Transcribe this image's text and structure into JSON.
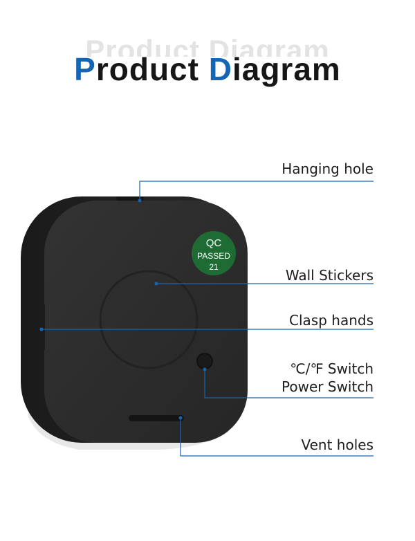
{
  "title": {
    "ghost": "Product Diagram",
    "word1_initial": "P",
    "word1_rest": "roduct ",
    "word2_initial": "D",
    "word2_rest": "iagram"
  },
  "badge": {
    "line1": "QC",
    "line2": "PASSED",
    "line3": "21"
  },
  "callouts": {
    "hanging_hole": "Hanging hole",
    "wall_stickers": "Wall Stickers",
    "clasp_hands": "Clasp hands",
    "switch_line1": "℃/℉ Switch",
    "switch_line2": "Power Switch",
    "vent_holes": "Vent holes"
  },
  "colors": {
    "accent": "#1565b5",
    "device_body": "#2b2b2b",
    "badge": "#1e6b34",
    "leader_line": "#1565b5"
  }
}
